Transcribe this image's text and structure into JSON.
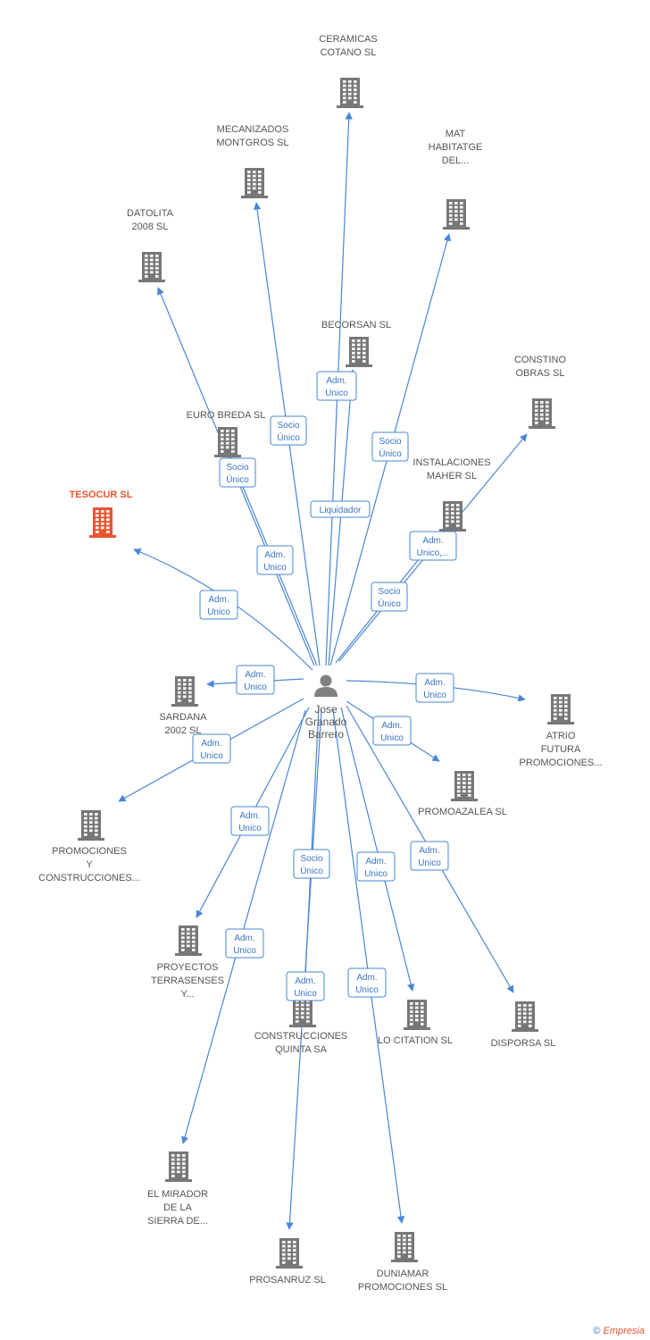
{
  "center": {
    "name_lines": [
      "Jose",
      "Granado",
      "Barrero"
    ],
    "icon": "person-icon"
  },
  "companies": [
    {
      "id": "ceramicas",
      "lines": [
        "CERAMICAS",
        "COTANO SL"
      ],
      "highlight": false
    },
    {
      "id": "mecanizados",
      "lines": [
        "MECANIZADOS",
        "MONTGROS SL"
      ],
      "highlight": false
    },
    {
      "id": "mat",
      "lines": [
        "MAT",
        "HABITATGE",
        "DEL..."
      ],
      "highlight": false
    },
    {
      "id": "datolita",
      "lines": [
        "DATOLITA",
        "2008 SL"
      ],
      "highlight": false
    },
    {
      "id": "becorsan",
      "lines": [
        "BECORSAN SL"
      ],
      "highlight": false
    },
    {
      "id": "constino",
      "lines": [
        "CONSTINO",
        "OBRAS  SL"
      ],
      "highlight": false
    },
    {
      "id": "eurobreda",
      "lines": [
        "EURO BREDA SL"
      ],
      "highlight": false
    },
    {
      "id": "tesocur",
      "lines": [
        "TESOCUR SL"
      ],
      "highlight": true
    },
    {
      "id": "instalaciones",
      "lines": [
        "INSTALACIONES",
        "MAHER SL"
      ],
      "highlight": false
    },
    {
      "id": "sardana",
      "lines": [
        "SARDANA",
        "2002 SL"
      ],
      "highlight": false
    },
    {
      "id": "atrio",
      "lines": [
        "ATRIO",
        "FUTURA",
        "PROMOCIONES..."
      ],
      "highlight": false
    },
    {
      "id": "promoazalea",
      "lines": [
        "PROMOAZALEA SL"
      ],
      "highlight": false
    },
    {
      "id": "promociones",
      "lines": [
        "PROMOCIONES",
        "Y",
        "CONSTRUCCIONES..."
      ],
      "highlight": false
    },
    {
      "id": "proyectos",
      "lines": [
        "PROYECTOS",
        "TERRASENSES",
        "Y..."
      ],
      "highlight": false
    },
    {
      "id": "construcciones",
      "lines": [
        "CONSTRUCCIONES",
        "QUINTA SA"
      ],
      "highlight": false
    },
    {
      "id": "locitation",
      "lines": [
        "LO CITATION SL"
      ],
      "highlight": false
    },
    {
      "id": "disporsa",
      "lines": [
        "DISPORSA SL"
      ],
      "highlight": false
    },
    {
      "id": "elmirador",
      "lines": [
        "EL MIRADOR",
        "DE LA",
        "SIERRA DE..."
      ],
      "highlight": false
    },
    {
      "id": "prosanruz",
      "lines": [
        "PROSANRUZ SL"
      ],
      "highlight": false
    },
    {
      "id": "duniamar",
      "lines": [
        "DUNIAMAR",
        "PROMOCIONES SL"
      ],
      "highlight": false
    }
  ],
  "relations": [
    {
      "target": "ceramicas",
      "label": [
        "Adm.",
        "Unico"
      ]
    },
    {
      "target": "mecanizados",
      "label": [
        "Socio",
        "Único"
      ]
    },
    {
      "target": "mat",
      "label": [
        "Socio",
        "Único"
      ]
    },
    {
      "target": "datolita",
      "label": [
        "Socio",
        "Único"
      ]
    },
    {
      "target": "becorsan",
      "label": [
        "Liquidador"
      ]
    },
    {
      "target": "eurobreda",
      "label": [
        "Adm.",
        "Unico"
      ]
    },
    {
      "target": "constino",
      "label": [
        "Adm.",
        "Unico,..."
      ]
    },
    {
      "target": "instalaciones",
      "label": [
        "Socio",
        "Único"
      ]
    },
    {
      "target": "tesocur",
      "label": [
        "Adm.",
        "Unico"
      ]
    },
    {
      "target": "sardana",
      "label": [
        "Adm.",
        "Unico"
      ]
    },
    {
      "target": "atrio",
      "label": [
        "Adm.",
        "Unico"
      ]
    },
    {
      "target": "promoazalea",
      "label": [
        "Adm.",
        "Unico"
      ]
    },
    {
      "target": "promociones",
      "label": [
        "Adm.",
        "Unico"
      ]
    },
    {
      "target": "proyectos",
      "label": [
        "Adm.",
        "Unico"
      ]
    },
    {
      "target": "construcciones",
      "label": [
        "Socio",
        "Único"
      ]
    },
    {
      "target": "locitation",
      "label": [
        "Adm.",
        "Unico"
      ]
    },
    {
      "target": "disporsa",
      "label": [
        "Adm.",
        "Unico"
      ]
    },
    {
      "target": "elmirador",
      "label": [
        "Adm.",
        "Unico"
      ]
    },
    {
      "target": "prosanruz",
      "label": [
        "Adm.",
        "Unico"
      ]
    },
    {
      "target": "duniamar",
      "label": [
        "Adm.",
        "Unico"
      ]
    }
  ],
  "colors": {
    "edge": "#4a86d6",
    "building": "#777777",
    "highlight": "#e8552f",
    "person": "#808080"
  },
  "footer": {
    "copyright": "©",
    "brand": "Empresia"
  }
}
